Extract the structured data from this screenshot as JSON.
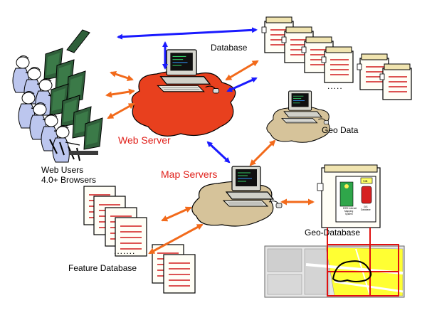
{
  "labels": {
    "database": "Database",
    "web_server": "Web Server",
    "map_servers": "Map Servers",
    "geo_data": "Geo Data",
    "geo_database": "Geo-Database",
    "web_users_line1": "Web Users",
    "web_users_line2": "4.0+ Browsers",
    "feature_database": "Feature Database",
    "feature_dots": ".......",
    "database_dots": "....."
  },
  "geo_panel": {
    "line1": "ESRI Internet",
    "line2": "Mapping",
    "line3": "System",
    "badge": "SIB",
    "caption1": "GIS",
    "caption2": "Database"
  },
  "colors": {
    "blue_arrow": "#1a1aff",
    "orange_arrow": "#f26a1b",
    "red_label": "#e0201a",
    "server_pad": "#e8401e",
    "map_pad": "#d6c39a",
    "map_highlight": "#ffff33"
  }
}
